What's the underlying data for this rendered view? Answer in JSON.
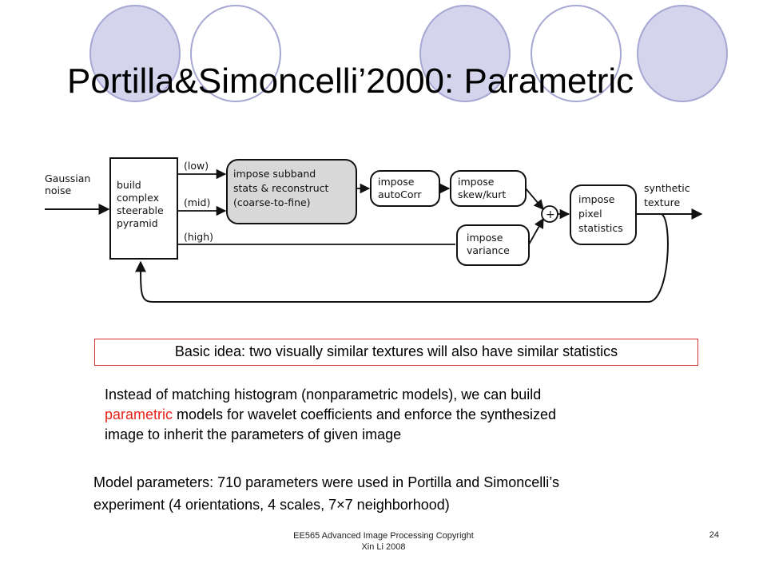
{
  "slide": {
    "title": "Portilla&Simoncelli’2000: Parametric",
    "accent_fill": "#d4d4ec",
    "accent_border": "#a7a7d4",
    "emphasis_color": "#e8221a"
  },
  "diagram": {
    "input_label_1": "Gaussian",
    "input_label_2": "noise",
    "pyramid_lines": [
      "build",
      "complex",
      "steerable",
      "pyramid"
    ],
    "band_low": "(low)",
    "band_mid": "(mid)",
    "band_high": "(high)",
    "subband_lines": [
      "impose subband",
      "stats & reconstruct",
      "(coarse-to-fine)"
    ],
    "autocorr_lines": [
      "impose",
      "autoCorr"
    ],
    "skewkurt_lines": [
      "impose",
      "skew/kurt"
    ],
    "variance_lines": [
      "impose",
      "variance"
    ],
    "sum_symbol": "+",
    "pixel_lines": [
      "impose",
      "pixel",
      "statistics"
    ],
    "output_label_1": "synthetic",
    "output_label_2": "texture"
  },
  "idea_box": {
    "text": "Basic idea: two visually similar textures will also have similar statistics"
  },
  "para1": {
    "line1": "Instead of matching histogram (nonparametric models), we can build",
    "accent_word": "parametric",
    "line2_rest": " models for wavelet coefficients and enforce the synthesized",
    "line3": "image to inherit the parameters of given image"
  },
  "para2": {
    "line1": "Model parameters: 710 parameters were used in Portilla and Simoncelli’s",
    "line2": "experiment (4 orientations, 4 scales, 7×7 neighborhood)"
  },
  "footer": {
    "line1": "EE565 Advanced Image Processing Copyright",
    "line2": "Xin Li 2008",
    "page_number": "24"
  }
}
